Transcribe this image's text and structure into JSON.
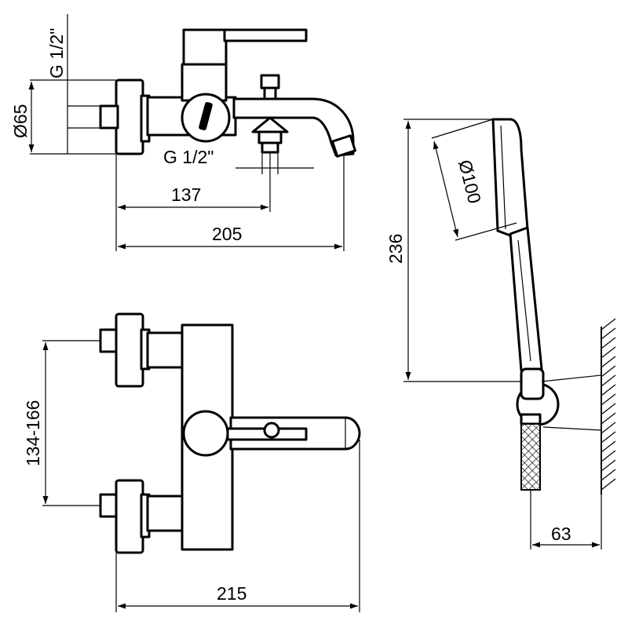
{
  "labels": {
    "thread_top": "G 1/2\"",
    "diameter_65": "Ø65",
    "thread_bottom": "G 1/2\"",
    "length_137": "137",
    "length_205": "205",
    "diameter_100": "Ø100",
    "height_236": "236",
    "spacing": "134-166",
    "width_215": "215",
    "depth_63": "63"
  },
  "colors": {
    "line": "#000000",
    "background": "#ffffff"
  }
}
